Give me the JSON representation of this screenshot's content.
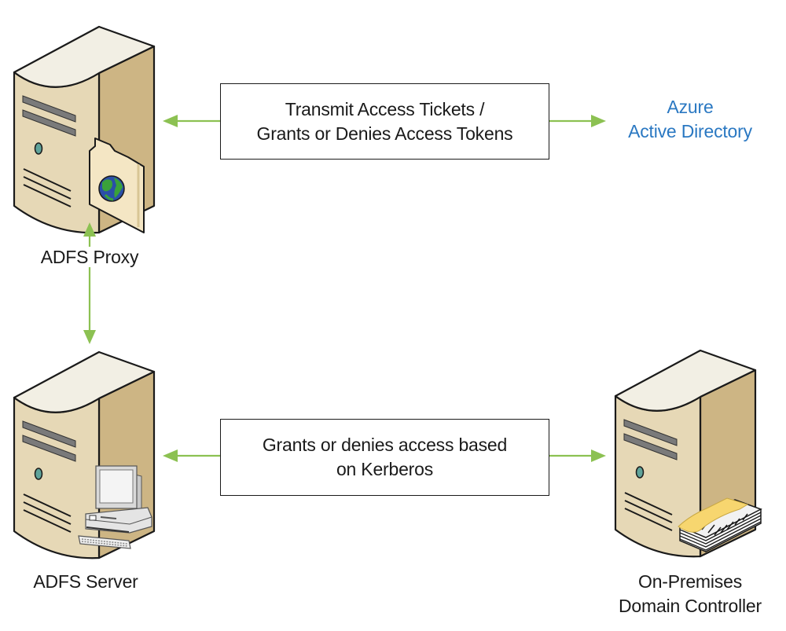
{
  "diagram": {
    "title": "ADFS topology",
    "nodes": {
      "adfs_proxy": {
        "label": "ADFS Proxy",
        "icon": "server-with-globe-folder-icon"
      },
      "adfs_server": {
        "label": "ADFS Server",
        "icon": "server-with-workstation-icon"
      },
      "azure_ad": {
        "label_lines": [
          "Azure",
          "Active Directory"
        ]
      },
      "domain_controller": {
        "label_lines": [
          "On-Premises",
          "Domain Controller"
        ],
        "icon": "server-with-documents-icon"
      }
    },
    "edges": {
      "proxy_to_azure": {
        "label_lines": [
          "Transmit Access Tickets /",
          "Grants or Denies Access Tokens"
        ],
        "direction": "bidirectional"
      },
      "server_to_dc": {
        "label_lines": [
          "Grants or denies access based",
          "on Kerberos"
        ],
        "direction": "bidirectional"
      },
      "proxy_to_server": {
        "direction": "bidirectional"
      }
    },
    "colors": {
      "arrow": "#8cc152",
      "azure_text": "#2a78c2",
      "server_front": "#e6d8b6",
      "server_side": "#cdb584",
      "server_top": "#f2efe4"
    }
  }
}
